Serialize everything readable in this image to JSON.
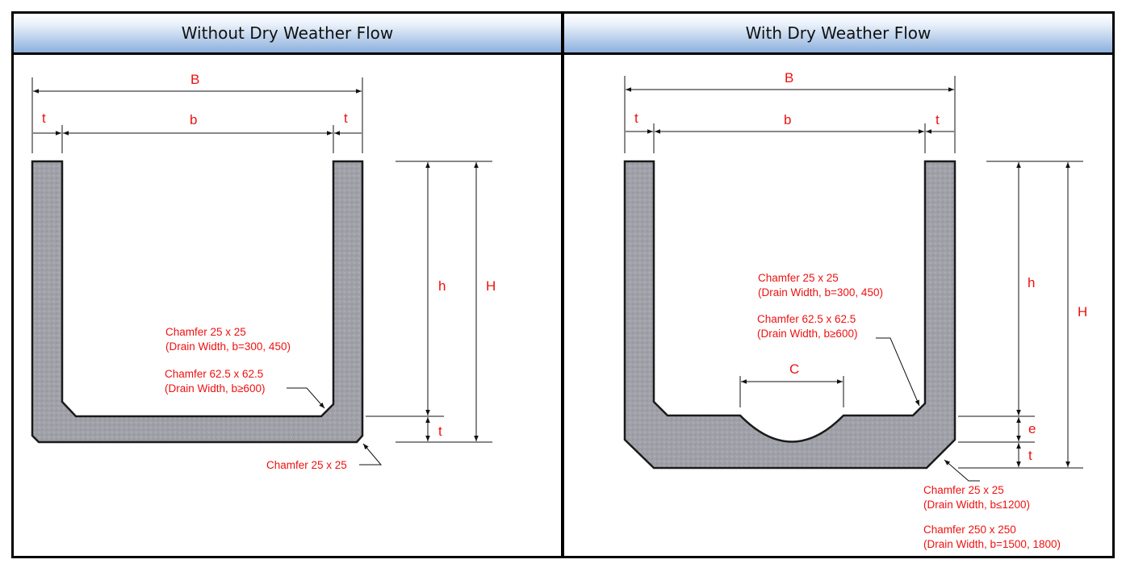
{
  "left_panel": {
    "title": "Without Dry Weather Flow",
    "labels": {
      "B": "B",
      "b": "b",
      "t_left": "t",
      "t_right": "t",
      "h": "h",
      "H": "H",
      "t_bottom": "t"
    },
    "notes": {
      "chamfer_small_1": "Chamfer 25 x 25",
      "chamfer_small_2": "(Drain Width, b=300, 450)",
      "chamfer_large_1": "Chamfer 62.5 x 62.5",
      "chamfer_large_2": "(Drain Width, b≥600)",
      "chamfer_outer": "Chamfer 25 x 25"
    }
  },
  "right_panel": {
    "title": "With Dry Weather Flow",
    "labels": {
      "B": "B",
      "b": "b",
      "t_left": "t",
      "t_right": "t",
      "h": "h",
      "H": "H",
      "C": "C",
      "e": "e",
      "t_bottom": "t"
    },
    "notes": {
      "chamfer_small_1": "Chamfer 25 x 25",
      "chamfer_small_2": "(Drain Width, b=300, 450)",
      "chamfer_large_1": "Chamfer 62.5 x 62.5",
      "chamfer_large_2": "(Drain Width, b≥600)",
      "chamfer_outer_1": "Chamfer 25 x 25",
      "chamfer_outer_2": "(Drain Width, b≤1200)",
      "chamfer_big_1": "Chamfer 250 x 250",
      "chamfer_big_2": "(Drain Width, b=1500, 1800)"
    }
  }
}
